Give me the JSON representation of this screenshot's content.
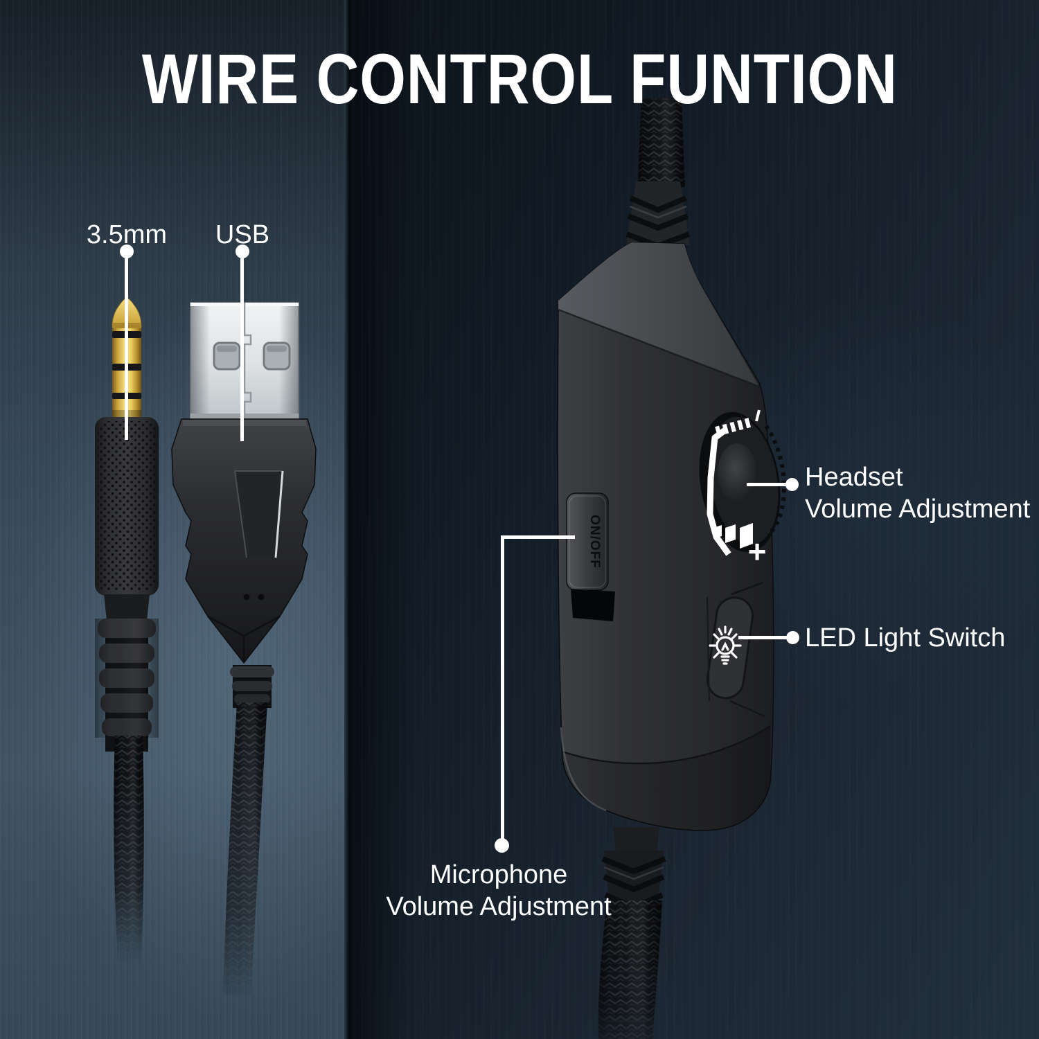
{
  "title": "WIRE CONTROL FUNTION",
  "connectors": {
    "jack": {
      "label": "3.5mm"
    },
    "usb": {
      "label": "USB"
    }
  },
  "callouts": {
    "headset": {
      "line1": "Headset",
      "line2": "Volume Adjustment"
    },
    "led": {
      "label": "LED Light Switch"
    },
    "microphone": {
      "line1": "Microphone",
      "line2": "Volume Adjustment"
    }
  },
  "remote": {
    "switch_label": "ON/OFF",
    "volume_plus_symbol": "+"
  },
  "icons": {
    "led_button": "light-bulb-icon",
    "volume_wheel": "knurled-wheel",
    "cable": "braided-cable"
  },
  "colors": {
    "wall_left": "#3d5060",
    "wall_right": "#18232e",
    "text": "#ffffff",
    "gold": "#e6c158",
    "device_black": "#2a2b2e"
  }
}
